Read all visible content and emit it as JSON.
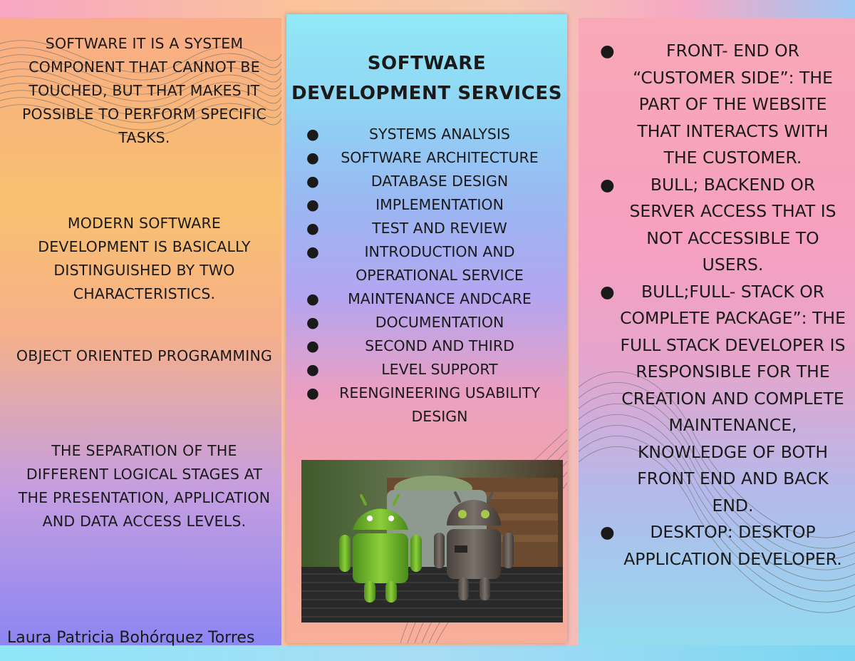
{
  "colors": {
    "text": "#1a1a1a"
  },
  "left": {
    "p1": "SOFTWARE IT IS A SYSTEM COMPONENT THAT CANNOT BE TOUCHED, BUT THAT MAKES IT  POSSIBLE TO PERFORM SPECIFIC TASKS.",
    "p2": "MODERN SOFTWARE DEVELOPMENT IS BASICALLY DISTINGUISHED BY TWO CHARACTERISTICS.",
    "p3": "OBJECT ORIENTED PROGRAMMING",
    "p4": "THE SEPARATION OF THE DIFFERENT LOGICAL STAGES AT THE PRESENTATION, APPLICATION AND DATA ACCESS LEVELS.",
    "author": "Laura Patricia Bohórquez Torres"
  },
  "middle": {
    "title_line1": "SOFTWARE",
    "title_line2": "DEVELOPMENT SERVICES",
    "bullet": "●",
    "services": [
      "SYSTEMS ANALYSIS",
      "SOFTWARE ARCHITECTURE",
      "DATABASE DESIGN",
      "IMPLEMENTATION",
      "TEST AND REVIEW",
      "INTRODUCTION AND OPERATIONAL SERVICE",
      "MAINTENANCE ANDCARE",
      "DOCUMENTATION",
      "SECOND AND  THIRD",
      "LEVEL SUPPORT",
      "REENGINEERING USABILITY DESIGN"
    ],
    "photo_icon": "android-figures-image"
  },
  "right": {
    "items": [
      "FRONT- END OR “CUSTOMER SIDE”: THE PART OF THE WEBSITE THAT INTERACTS WITH THE CUSTOMER.",
      "BULL; BACKEND OR SERVER ACCESS THAT IS NOT ACCESSIBLE TO USERS.",
      "BULL;FULL- STACK OR COMPLETE PACKAGE”: THE FULL STACK DEVELOPER IS RESPONSIBLE FOR THE CREATION AND COMPLETE MAINTENANCE, KNOWLEDGE OF BOTH FRONT END AND BACK END.",
      "DESKTOP: DESKTOP APPLICATION DEVELOPER."
    ]
  }
}
